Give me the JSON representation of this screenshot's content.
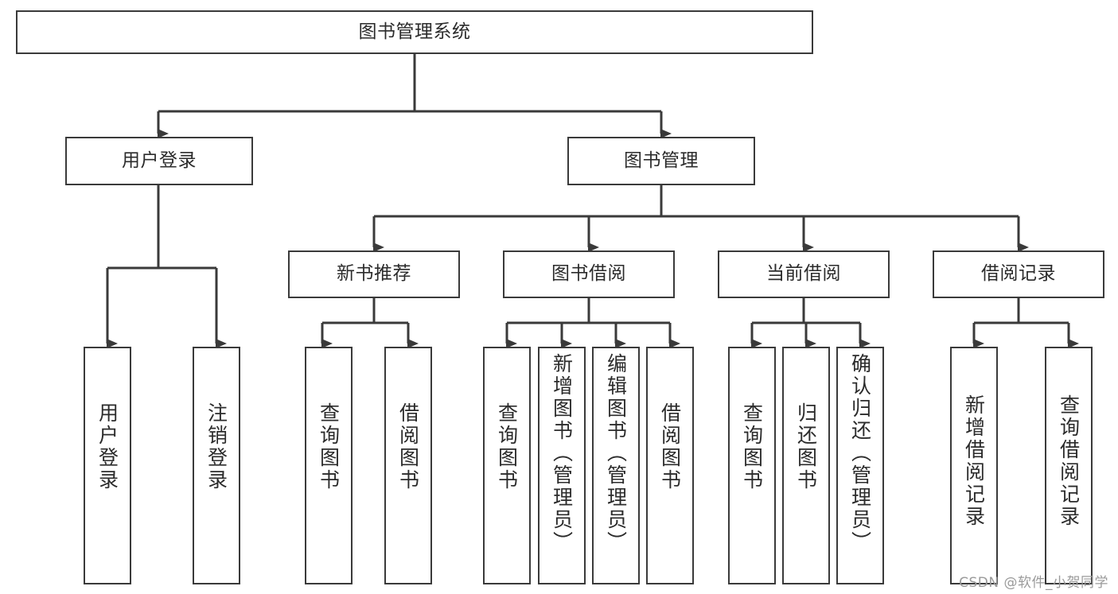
{
  "diagram": {
    "title": "图书管理系统",
    "type": "tree",
    "root": {
      "label": "图书管理系统"
    },
    "level2": [
      {
        "label": "用户登录"
      },
      {
        "label": "图书管理"
      }
    ],
    "level3": [
      {
        "label": "新书推荐"
      },
      {
        "label": "图书借阅"
      },
      {
        "label": "当前借阅"
      },
      {
        "label": "借阅记录"
      }
    ],
    "leaves": {
      "user_login": [
        {
          "label": "用户登录"
        },
        {
          "label": "注销登录"
        }
      ],
      "new_book_recommend": [
        {
          "label": "查询图书"
        },
        {
          "label": "借阅图书"
        }
      ],
      "book_borrow": [
        {
          "label": "查询图书"
        },
        {
          "label": "新增图书（管理员）"
        },
        {
          "label": "编辑图书（管理员）"
        },
        {
          "label": "借阅图书"
        }
      ],
      "current_borrow": [
        {
          "label": "查询图书"
        },
        {
          "label": "归还图书"
        },
        {
          "label": "确认归还（管理员）"
        }
      ],
      "borrow_records": [
        {
          "label": "新增借阅记录"
        },
        {
          "label": "查询借阅记录"
        }
      ]
    }
  },
  "watermark": {
    "text": "CSDN @软件_小贺同学"
  },
  "colors": {
    "border": "#3a3a3a",
    "background": "#ffffff",
    "text": "#2b2b2b",
    "watermark": "#9a9a9a"
  }
}
